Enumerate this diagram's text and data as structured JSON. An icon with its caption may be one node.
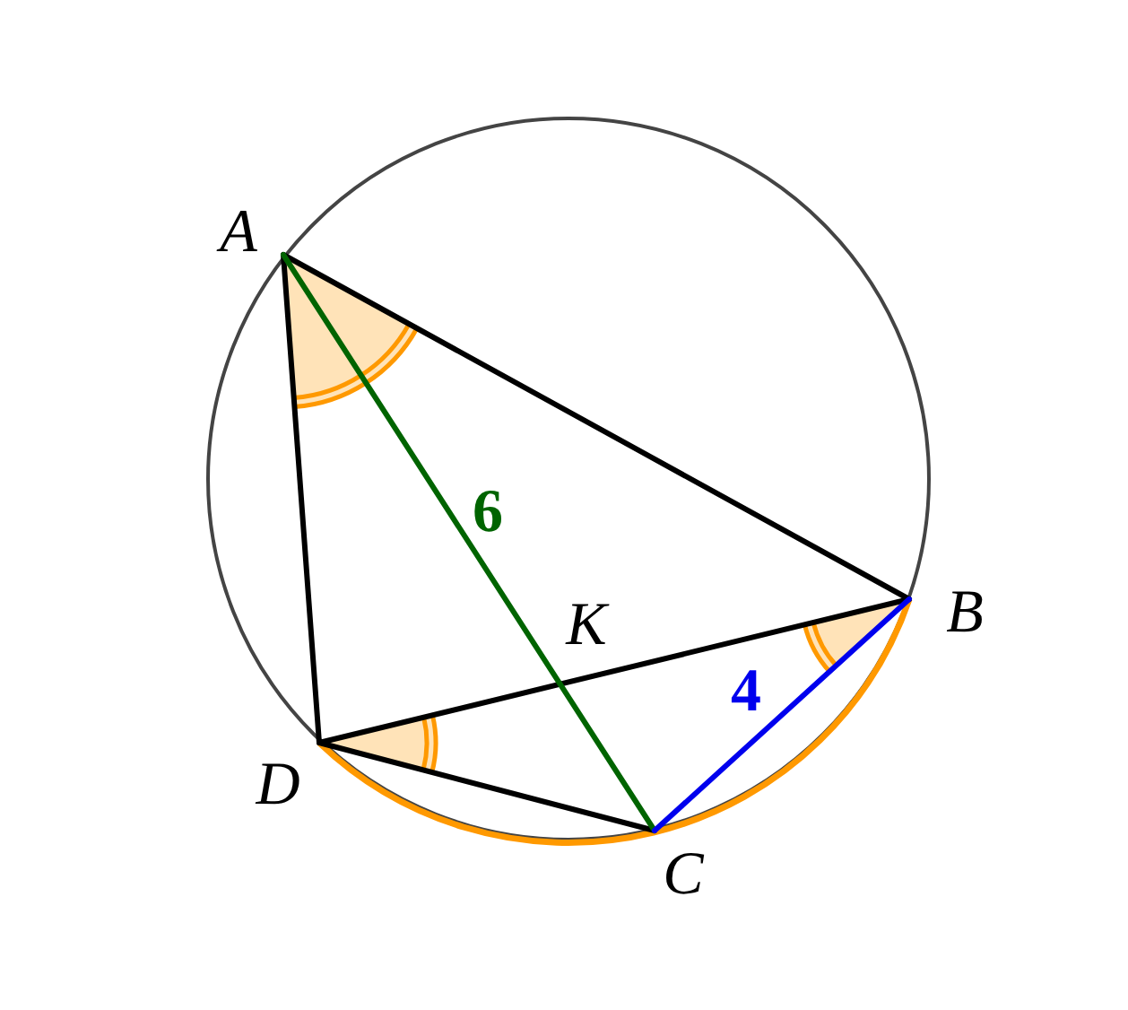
{
  "diagram": {
    "labels": [
      "A",
      "6",
      "K",
      "B",
      "4",
      "D",
      "C"
    ]
  }
}
